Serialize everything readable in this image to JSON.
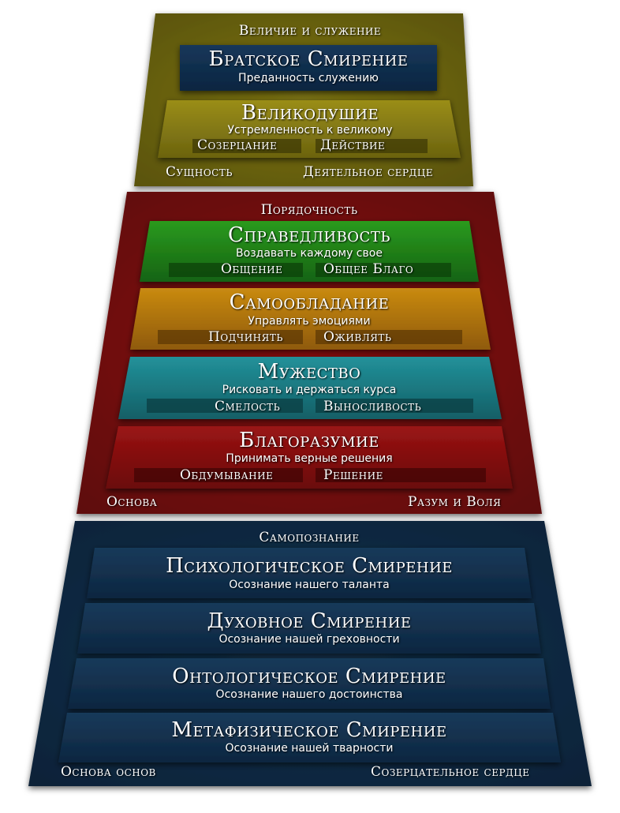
{
  "top": {
    "title": "Величие и служение",
    "bottom_left": "Сущность",
    "bottom_right": "Деятельное сердце",
    "fraternal": {
      "name": "Братское Смирение",
      "desc": "Преданность служению"
    },
    "magnanimity": {
      "name": "Великодушие",
      "desc": "Устремленность к великому",
      "left": "Созерцание",
      "right": "Действие"
    }
  },
  "middle": {
    "title": "Порядочность",
    "bottom_left": "Основа",
    "bottom_right": "Разум и Воля",
    "justice": {
      "name": "Справедливость",
      "desc": "Воздавать каждому свое",
      "left": "Общение",
      "right": "Общее Благо"
    },
    "selfcontrol": {
      "name": "Самообладание",
      "desc": "Управлять эмоциями",
      "left": "Подчинять",
      "right": "Оживлять"
    },
    "courage": {
      "name": "Мужество",
      "desc": "Рисковать и держаться курса",
      "left": "Смелость",
      "right": "Выносливость"
    },
    "prudence": {
      "name": "Благоразумие",
      "desc": "Принимать верные решения",
      "left": "Обдумывание",
      "right": "Решение"
    }
  },
  "bottom": {
    "title": "Самопознание",
    "bottom_left": "Основа основ",
    "bottom_right": "Созерцательное сердце",
    "psych": {
      "name": "Психологическое Смирение",
      "desc": "Осознание нашего таланта"
    },
    "spirit": {
      "name": "Духовное Смирение",
      "desc": "Осознание нашей греховности"
    },
    "onto": {
      "name": "Онтологическое Смирение",
      "desc": "Осознание нашего достоинства"
    },
    "meta": {
      "name": "Метафизическое Смирение",
      "desc": "Осознание нашей тварности"
    }
  },
  "colors": {
    "olive": "#6b6410",
    "darkred": "#7a0b0b",
    "navy": "#0f2b45",
    "green": "#1f7d16",
    "amber": "#b5760c",
    "teal": "#1a7a80",
    "red": "#8a1010"
  }
}
